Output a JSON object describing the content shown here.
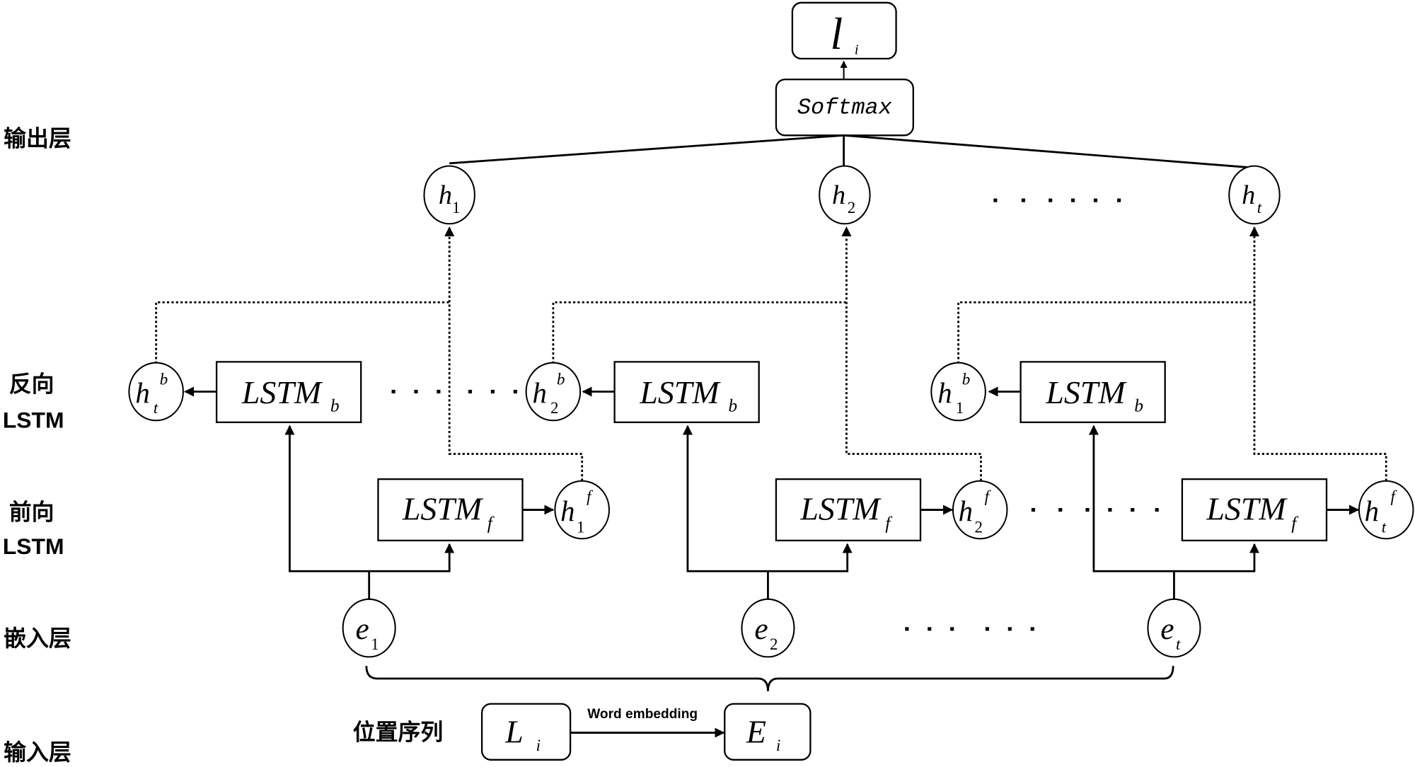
{
  "layer_labels": {
    "output": "输出层",
    "backward": [
      "反向",
      "LSTM"
    ],
    "forward": [
      "前向",
      "LSTM"
    ],
    "embedding": "嵌入层",
    "input": "输入层"
  },
  "output": {
    "label_box": {
      "main": "l",
      "sub": "i"
    },
    "softmax": "Softmax",
    "hidden_nodes": [
      {
        "main": "h",
        "sub": "1"
      },
      {
        "main": "h",
        "sub": "2"
      },
      {
        "main": "h",
        "sub": "t"
      }
    ],
    "ellipsis": "· · ·   · · ·"
  },
  "backward_lstm": {
    "cells": [
      {
        "main": "LSTM",
        "sub": "b"
      },
      {
        "main": "LSTM",
        "sub": "b"
      },
      {
        "main": "LSTM",
        "sub": "b"
      }
    ],
    "states": [
      {
        "main": "h",
        "sub": "t",
        "sup": "b"
      },
      {
        "main": "h",
        "sub": "2",
        "sup": "b"
      },
      {
        "main": "h",
        "sub": "1",
        "sup": "b"
      }
    ]
  },
  "forward_lstm": {
    "cells": [
      {
        "main": "LSTM",
        "sub": "f"
      },
      {
        "main": "LSTM",
        "sub": "f"
      },
      {
        "main": "LSTM",
        "sub": "f"
      }
    ],
    "states": [
      {
        "main": "h",
        "sub": "1",
        "sup": "f"
      },
      {
        "main": "h",
        "sub": "2",
        "sup": "f"
      },
      {
        "main": "h",
        "sub": "t",
        "sup": "f"
      }
    ]
  },
  "embedding": {
    "nodes": [
      {
        "main": "e",
        "sub": "1"
      },
      {
        "main": "e",
        "sub": "2"
      },
      {
        "main": "e",
        "sub": "t"
      }
    ]
  },
  "input": {
    "sequence_label": "位置序列",
    "source_box": {
      "main": "L",
      "sub": "i"
    },
    "target_box": {
      "main": "E",
      "sub": "i"
    },
    "edge_label": "Word embedding"
  }
}
